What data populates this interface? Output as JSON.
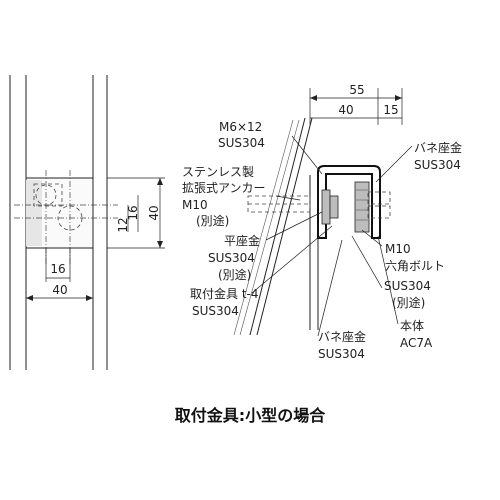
{
  "left_view": {
    "dims": {
      "height_inner": "12",
      "height_mid": "16",
      "height_outer": "40",
      "width_small": "16",
      "width_total": "40"
    }
  },
  "right_view": {
    "dims": {
      "total": "55",
      "left": "40",
      "right": "15"
    },
    "labels": {
      "bolt": "M6×12",
      "bolt_mat": "SUS304",
      "anchor_1": "ステンレス製",
      "anchor_2": "拡張式アンカー",
      "anchor_3": "M10",
      "anchor_4": "(別途)",
      "washer": "平座金",
      "washer_mat": "SUS304",
      "washer_note": "(別途)",
      "bracket": "取付金具 t-4",
      "bracket_mat": "SUS304",
      "spring_top": "バネ座金",
      "spring_top_mat": "SUS304",
      "hexbolt": "M10",
      "hexbolt_name": "六角ボルト",
      "hexbolt_mat": "SUS304",
      "hexbolt_note": "(別途)",
      "body": "本体",
      "body_mat": "AC7A",
      "spring_bot": "バネ座金",
      "spring_bot_mat": "SUS304"
    }
  },
  "caption": "取付金具:小型の場合"
}
